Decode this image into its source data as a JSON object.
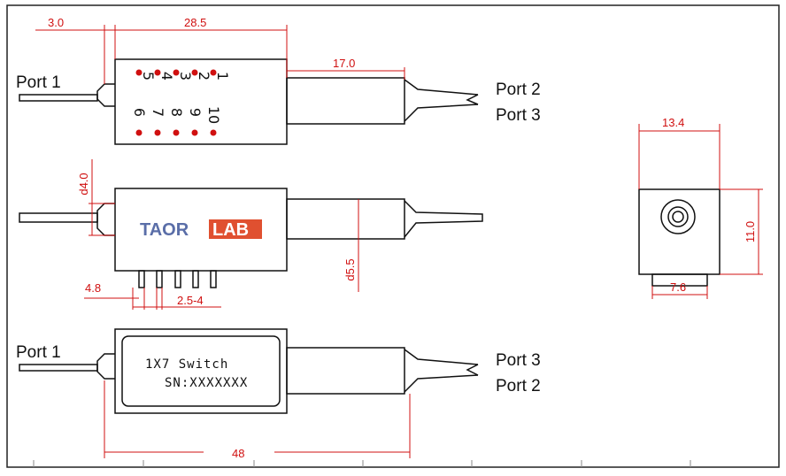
{
  "ports": {
    "top_left": "Port  1",
    "top_right_a": "Port  2",
    "top_right_b": "Port  3",
    "bottom_left": "Port  1",
    "bottom_right_a": "Port  3",
    "bottom_right_b": "Port  2"
  },
  "dimensions": {
    "d_3_0": "3.0",
    "d_28_5": "28.5",
    "d_17_0": "17.0",
    "d_4_0": "d4.0",
    "d_5_5": "d5.5",
    "d_4_8": "4.8",
    "d_2_5_4": "2.5-4",
    "d_13_4": "13.4",
    "d_11_0": "11.0",
    "d_7_6": "7.6",
    "d_48": "48"
  },
  "pins": {
    "top_row": [
      "5",
      "4",
      "3",
      "2",
      "1"
    ],
    "bottom_row": [
      "6",
      "7",
      "8",
      "9",
      "10"
    ]
  },
  "logo": {
    "part1": "TAOR",
    "part2": "LAB"
  },
  "body_label": {
    "line1": "1X7  Switch",
    "line2": "SN:XXXXXXX"
  },
  "colors": {
    "dimension": "#d01010",
    "outline": "#111111",
    "logo": "#5a6ea8"
  }
}
